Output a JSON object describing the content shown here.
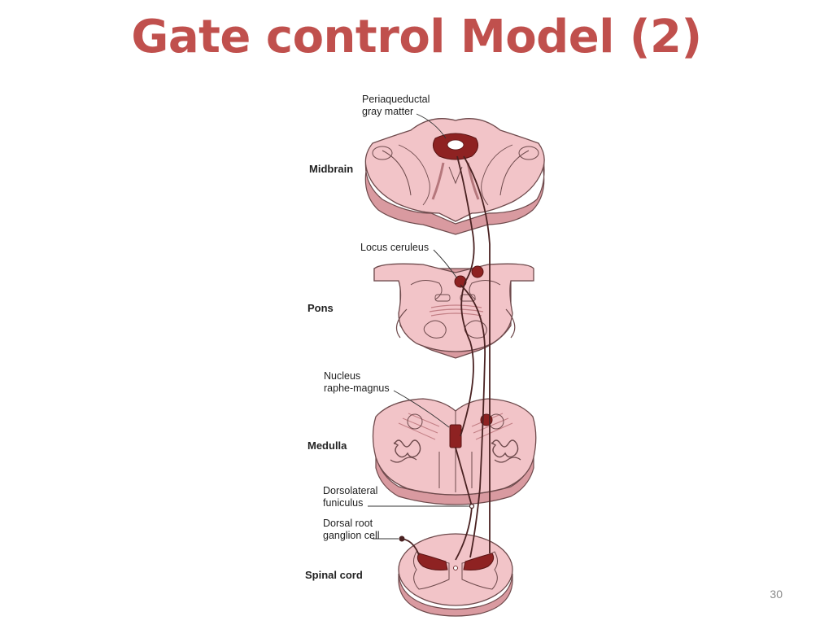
{
  "slide": {
    "title": "Gate control Model (2)",
    "page_number": "30"
  },
  "diagram": {
    "sections": {
      "midbrain": "Midbrain",
      "pons": "Pons",
      "medulla": "Medulla",
      "spinal_cord": "Spinal cord"
    },
    "annotations": {
      "periaqueductal_line1": "Periaqueductal",
      "periaqueductal_line2": "gray matter",
      "locus_ceruleus": "Locus ceruleus",
      "nucleus_line1": "Nucleus",
      "nucleus_line2": "raphe-magnus",
      "dorsolateral_line1": "Dorsolateral",
      "dorsolateral_line2": "funiculus",
      "dorsal_root_line1": "Dorsal root",
      "dorsal_root_line2": "ganglion cell"
    },
    "colors": {
      "title": "#c0504d",
      "tissue": "#f2c4c8",
      "tissue_outline": "#6e4a4c",
      "nucleus": "#8e2222",
      "fiber": "#4a2222"
    }
  }
}
